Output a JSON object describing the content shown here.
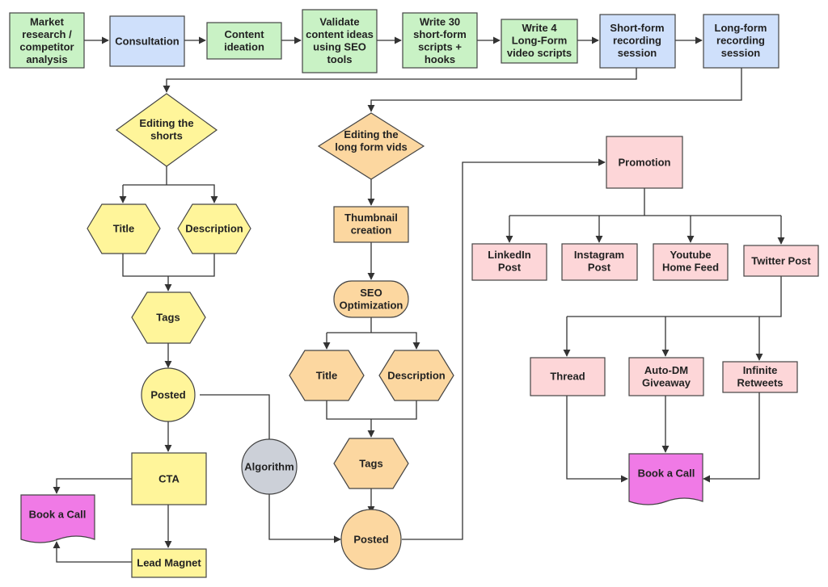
{
  "colors": {
    "green": "#c9f2c5",
    "blue": "#cfe0fb",
    "yellow": "#fff59a",
    "orange": "#fcd7a0",
    "pink": "#fdd6d8",
    "magenta": "#f07ae6",
    "gray": "#ccd0d8",
    "line": "#333333"
  },
  "nodes": {
    "market_research": [
      "Market",
      "research /",
      "competitor",
      "analysis"
    ],
    "consultation": [
      "Consultation"
    ],
    "content_ideation": [
      "Content",
      "ideation"
    ],
    "validate_ideas": [
      "Validate",
      "content ideas",
      "using SEO",
      "tools"
    ],
    "write_30_scripts": [
      "Write 30",
      "short-form",
      "scripts +",
      "hooks"
    ],
    "write_4_scripts": [
      "Write 4",
      "Long-Form",
      "video scripts"
    ],
    "shortform_recording": [
      "Short-form",
      "recording",
      "session"
    ],
    "longform_recording": [
      "Long-form",
      "recording",
      "session"
    ],
    "editing_shorts": [
      "Editing the",
      "shorts"
    ],
    "shorts_title": [
      "Title"
    ],
    "shorts_description": [
      "Description"
    ],
    "shorts_tags": [
      "Tags"
    ],
    "shorts_posted": [
      "Posted"
    ],
    "shorts_cta": [
      "CTA"
    ],
    "shorts_book_call": [
      "Book a Call"
    ],
    "lead_magnet": [
      "Lead Magnet"
    ],
    "algorithm": [
      "Algorithm"
    ],
    "editing_longform": [
      "Editing the",
      "long form vids"
    ],
    "thumbnail_creation": [
      "Thumbnail",
      "creation"
    ],
    "seo_optimization": [
      "SEO",
      "Optimization"
    ],
    "long_title": [
      "Title"
    ],
    "long_description": [
      "Description"
    ],
    "long_tags": [
      "Tags"
    ],
    "long_posted": [
      "Posted"
    ],
    "promotion": [
      "Promotion"
    ],
    "linkedin_post": [
      "LinkedIn",
      "Post"
    ],
    "instagram_post": [
      "Instagram",
      "Post"
    ],
    "youtube_home_feed": [
      "Youtube",
      "Home Feed"
    ],
    "twitter_post": [
      "Twitter Post"
    ],
    "thread": [
      "Thread"
    ],
    "auto_dm_giveaway": [
      "Auto-DM",
      "Giveaway"
    ],
    "infinite_retweets": [
      "Infinite",
      "Retweets"
    ],
    "promo_book_call": [
      "Book a Call"
    ]
  }
}
